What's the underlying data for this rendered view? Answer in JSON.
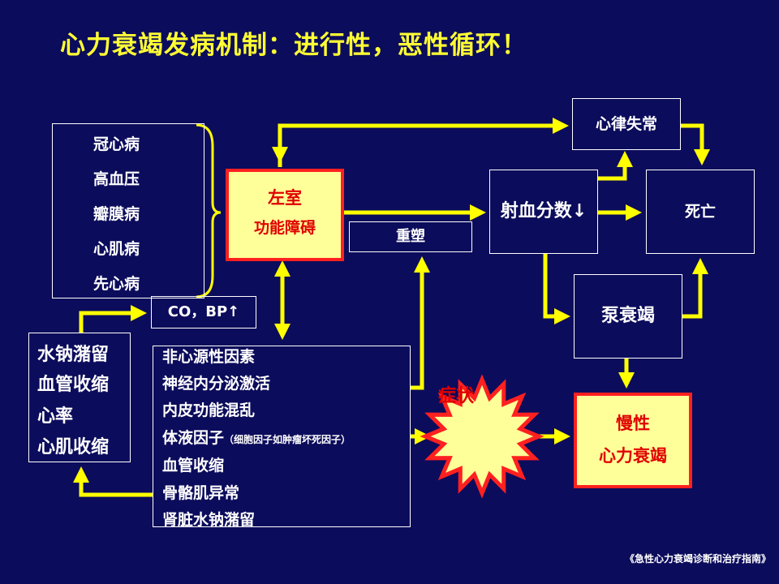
{
  "title": "心力衰竭发病机制：进行性，恶性循环！",
  "causes": [
    "冠心病",
    "高血压",
    "瓣膜病",
    "心肌病",
    "先心病"
  ],
  "lv_dysfunction": {
    "line1": "左室",
    "line2": "功能障碍"
  },
  "remodeling": "重塑",
  "ejection_fraction": "射血分数↓",
  "arrhythmia": "心律失常",
  "death": "死亡",
  "pump_failure": "泵衰竭",
  "chronic_hf": {
    "line1": "慢性",
    "line2": "心力衰竭"
  },
  "co_bp": "CO，BP↑",
  "compensation": [
    "水钠潴留",
    "血管收缩",
    "心率",
    "心肌收缩"
  ],
  "noncardiac": {
    "items": [
      "非心源性因素",
      "神经内分泌激活",
      "内皮功能混乱",
      "体液因子",
      "血管收缩",
      "骨骼肌异常",
      "肾脏水钠潴留"
    ],
    "humoral_note": "（细胞因子如肿瘤坏死因子）"
  },
  "symptoms": "症状",
  "reference": "《急性心力衰竭诊断和治疗指南》",
  "colors": {
    "background": "#0c0c5c",
    "arrow": "#ffff00",
    "title": "#ffff33",
    "highlight_fill": "#ffff99",
    "highlight_border": "#ff2020"
  }
}
